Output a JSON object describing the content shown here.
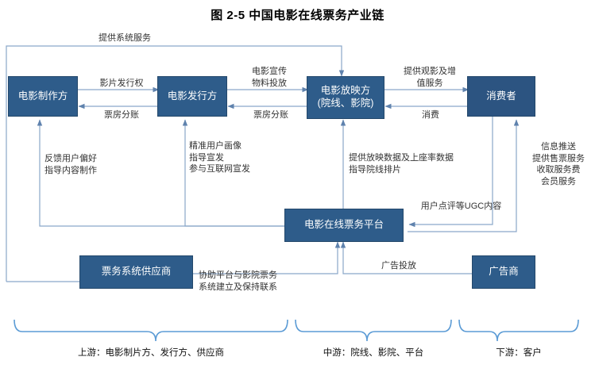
{
  "title": "图 2-5 中国电影在线票务产业链",
  "colors": {
    "node_fill": "#2e5c8a",
    "node_text": "#ffffff",
    "wire": "#7f9fc4",
    "brace": "#5b9bd5",
    "label_text": "#333333"
  },
  "nodes": {
    "producer": "电影制作方",
    "distributor": "电影发行方",
    "exhibitor": "电影放映方\n（院线、影院）",
    "exhibitor_line1": "电影放映方",
    "exhibitor_line2": "(院线、影院)",
    "consumer": "消费者",
    "platform": "电影在线票务平台",
    "ticket_system_supplier": "票务系统供应商",
    "advertiser": "广告商"
  },
  "edge_labels": {
    "system_service": "提供系统服务",
    "film_distribution_right": "影片发行权",
    "box_office_split_1": "票房分账",
    "film_promo_materials": "电影宣传\n物料投放",
    "box_office_split_2": "票房分账",
    "viewing_value_service": "提供观影及增\n值服务",
    "consumption": "消费",
    "feedback_preference": "反馈用户偏好\n指导内容制作",
    "precise_profile": "精准用户画像\n指导宣发\n参与互联网宣发",
    "screening_data": "提供放映数据及上座率数据\n指导院线排片",
    "info_push": "信息推送\n提供售票服务\n收取服务费\n会员服务",
    "ugc_content": "用户点评等UGC内容",
    "assist_link": "协助平台与影院票务\n系统建立及保持联系",
    "ad_placement": "广告投放"
  },
  "phases": {
    "upstream": "上游：电影制片方、发行方、供应商",
    "midstream": "中游：院线、影院、平台",
    "downstream": "下游：客户"
  }
}
